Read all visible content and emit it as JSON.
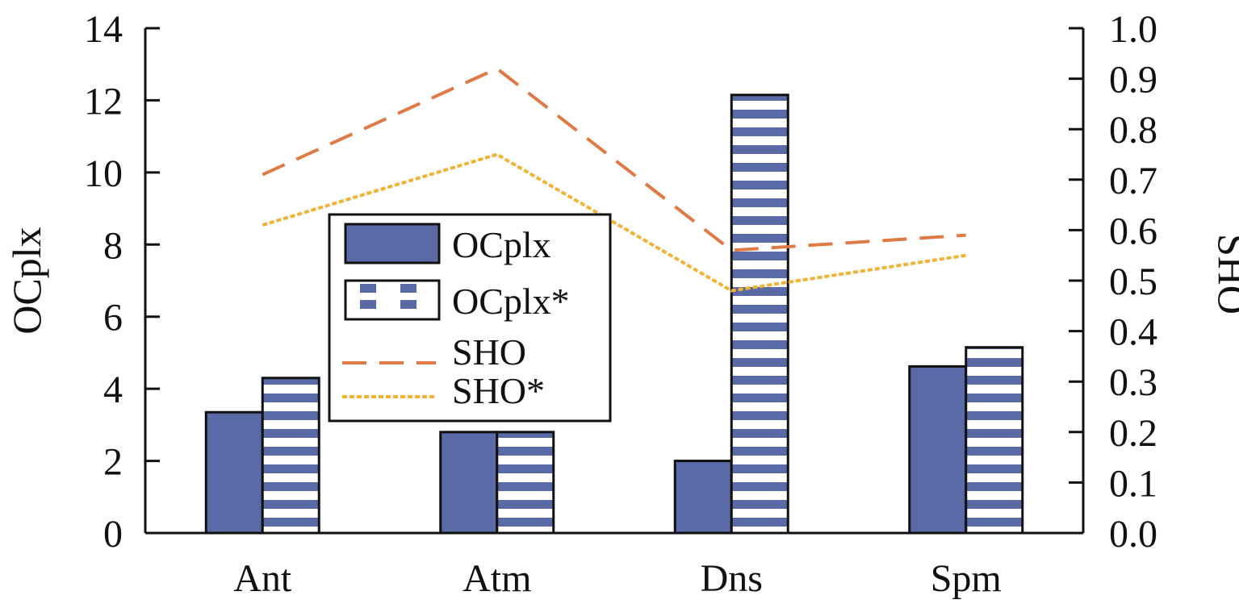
{
  "chart_data": {
    "type": "bar",
    "categories": [
      "Ant",
      "Atm",
      "Dns",
      "Spm"
    ],
    "series": [
      {
        "name": "OCplx",
        "kind": "bar",
        "axis": "left",
        "style": "solid",
        "color": "#5a6aa6",
        "values": [
          3.35,
          2.8,
          2.0,
          4.62
        ]
      },
      {
        "name": "OCplx*",
        "kind": "bar",
        "axis": "left",
        "style": "dotted-pattern",
        "color": "#5a6aa6",
        "values": [
          4.3,
          2.8,
          12.15,
          5.15
        ]
      },
      {
        "name": "SHO",
        "kind": "line",
        "axis": "right",
        "style": "dashed",
        "color": "#e07a45",
        "values": [
          0.71,
          0.92,
          0.56,
          0.59
        ]
      },
      {
        "name": "SHO*",
        "kind": "line",
        "axis": "right",
        "style": "dotted",
        "color": "#f2b233",
        "values": [
          0.61,
          0.75,
          0.48,
          0.55
        ]
      }
    ],
    "y_left": {
      "label": "OCplx",
      "range": [
        0,
        14
      ],
      "ticks": [
        "0",
        "2",
        "4",
        "6",
        "8",
        "10",
        "12",
        "14"
      ]
    },
    "y_right": {
      "label": "SHO",
      "range": [
        0,
        1
      ],
      "ticks": [
        "0.0",
        "0.1",
        "0.2",
        "0.3",
        "0.4",
        "0.5",
        "0.6",
        "0.7",
        "0.8",
        "0.9",
        "1.0"
      ]
    },
    "xlabel": "",
    "legend": {
      "placement": "center-left",
      "entries": [
        "OCplx",
        "OCplx*",
        "SHO",
        "SHO*"
      ]
    },
    "grid": false
  }
}
